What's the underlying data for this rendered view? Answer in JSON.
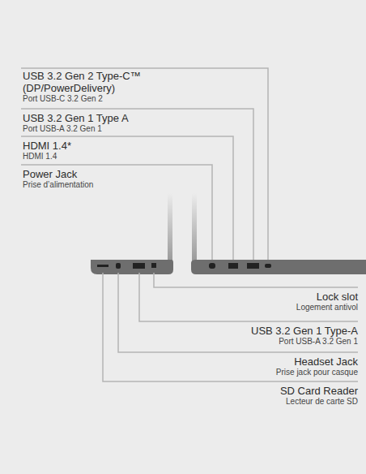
{
  "diagram": {
    "labels": [
      "USB 3.2 Gen 2 Type-C™ (DP/PowerDelivery)",
      "Port USB-C 3.2 Gen 2",
      "USB 3.2 Gen 1 Type A",
      "Port USB-A 3.2 Gen 1",
      "HDMI 1.4*",
      "HDMI 1.4",
      "Power Jack",
      "Prise d’alimentation",
      "Lock slot",
      "Logement antivol",
      "USB 3.2 Gen 1 Type-A",
      "Port USB-A 3.2 Gen 1",
      "Headset Jack",
      "Prise jack pour casque",
      "SD Card Reader",
      "Lecteur de carte SD"
    ]
  }
}
